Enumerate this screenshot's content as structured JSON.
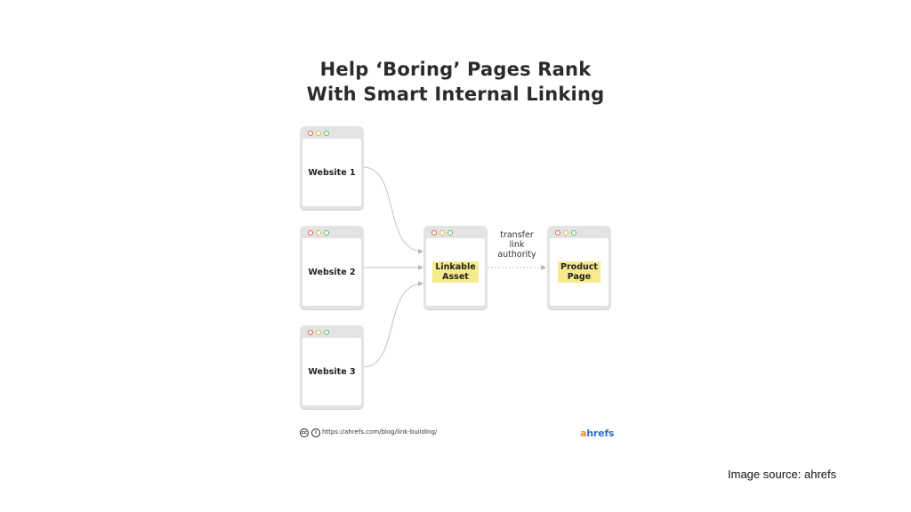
{
  "title": {
    "line1": "Help ‘Boring’ Pages Rank",
    "line2": "With Smart Internal Linking"
  },
  "nodes": {
    "website1": "Website 1",
    "website2": "Website 2",
    "website3": "Website 3",
    "linkable_asset": "Linkable\nAsset",
    "product_page": "Product\nPage"
  },
  "edge_label": "transfer\nlink\nauthority",
  "footer": {
    "url": "https://ahrefs.com/blog/link-building/",
    "license_icons": [
      "cc-icon",
      "by-icon"
    ],
    "brand_first": "a",
    "brand_rest": "hrefs"
  },
  "image_source": "Image source: ahrefs",
  "colors": {
    "highlight": "#f6ea8c",
    "brand_orange": "#f28b22",
    "brand_blue": "#2a6fd6",
    "browser_frame": "#e3e3e3",
    "connector": "#b8b8b8"
  }
}
